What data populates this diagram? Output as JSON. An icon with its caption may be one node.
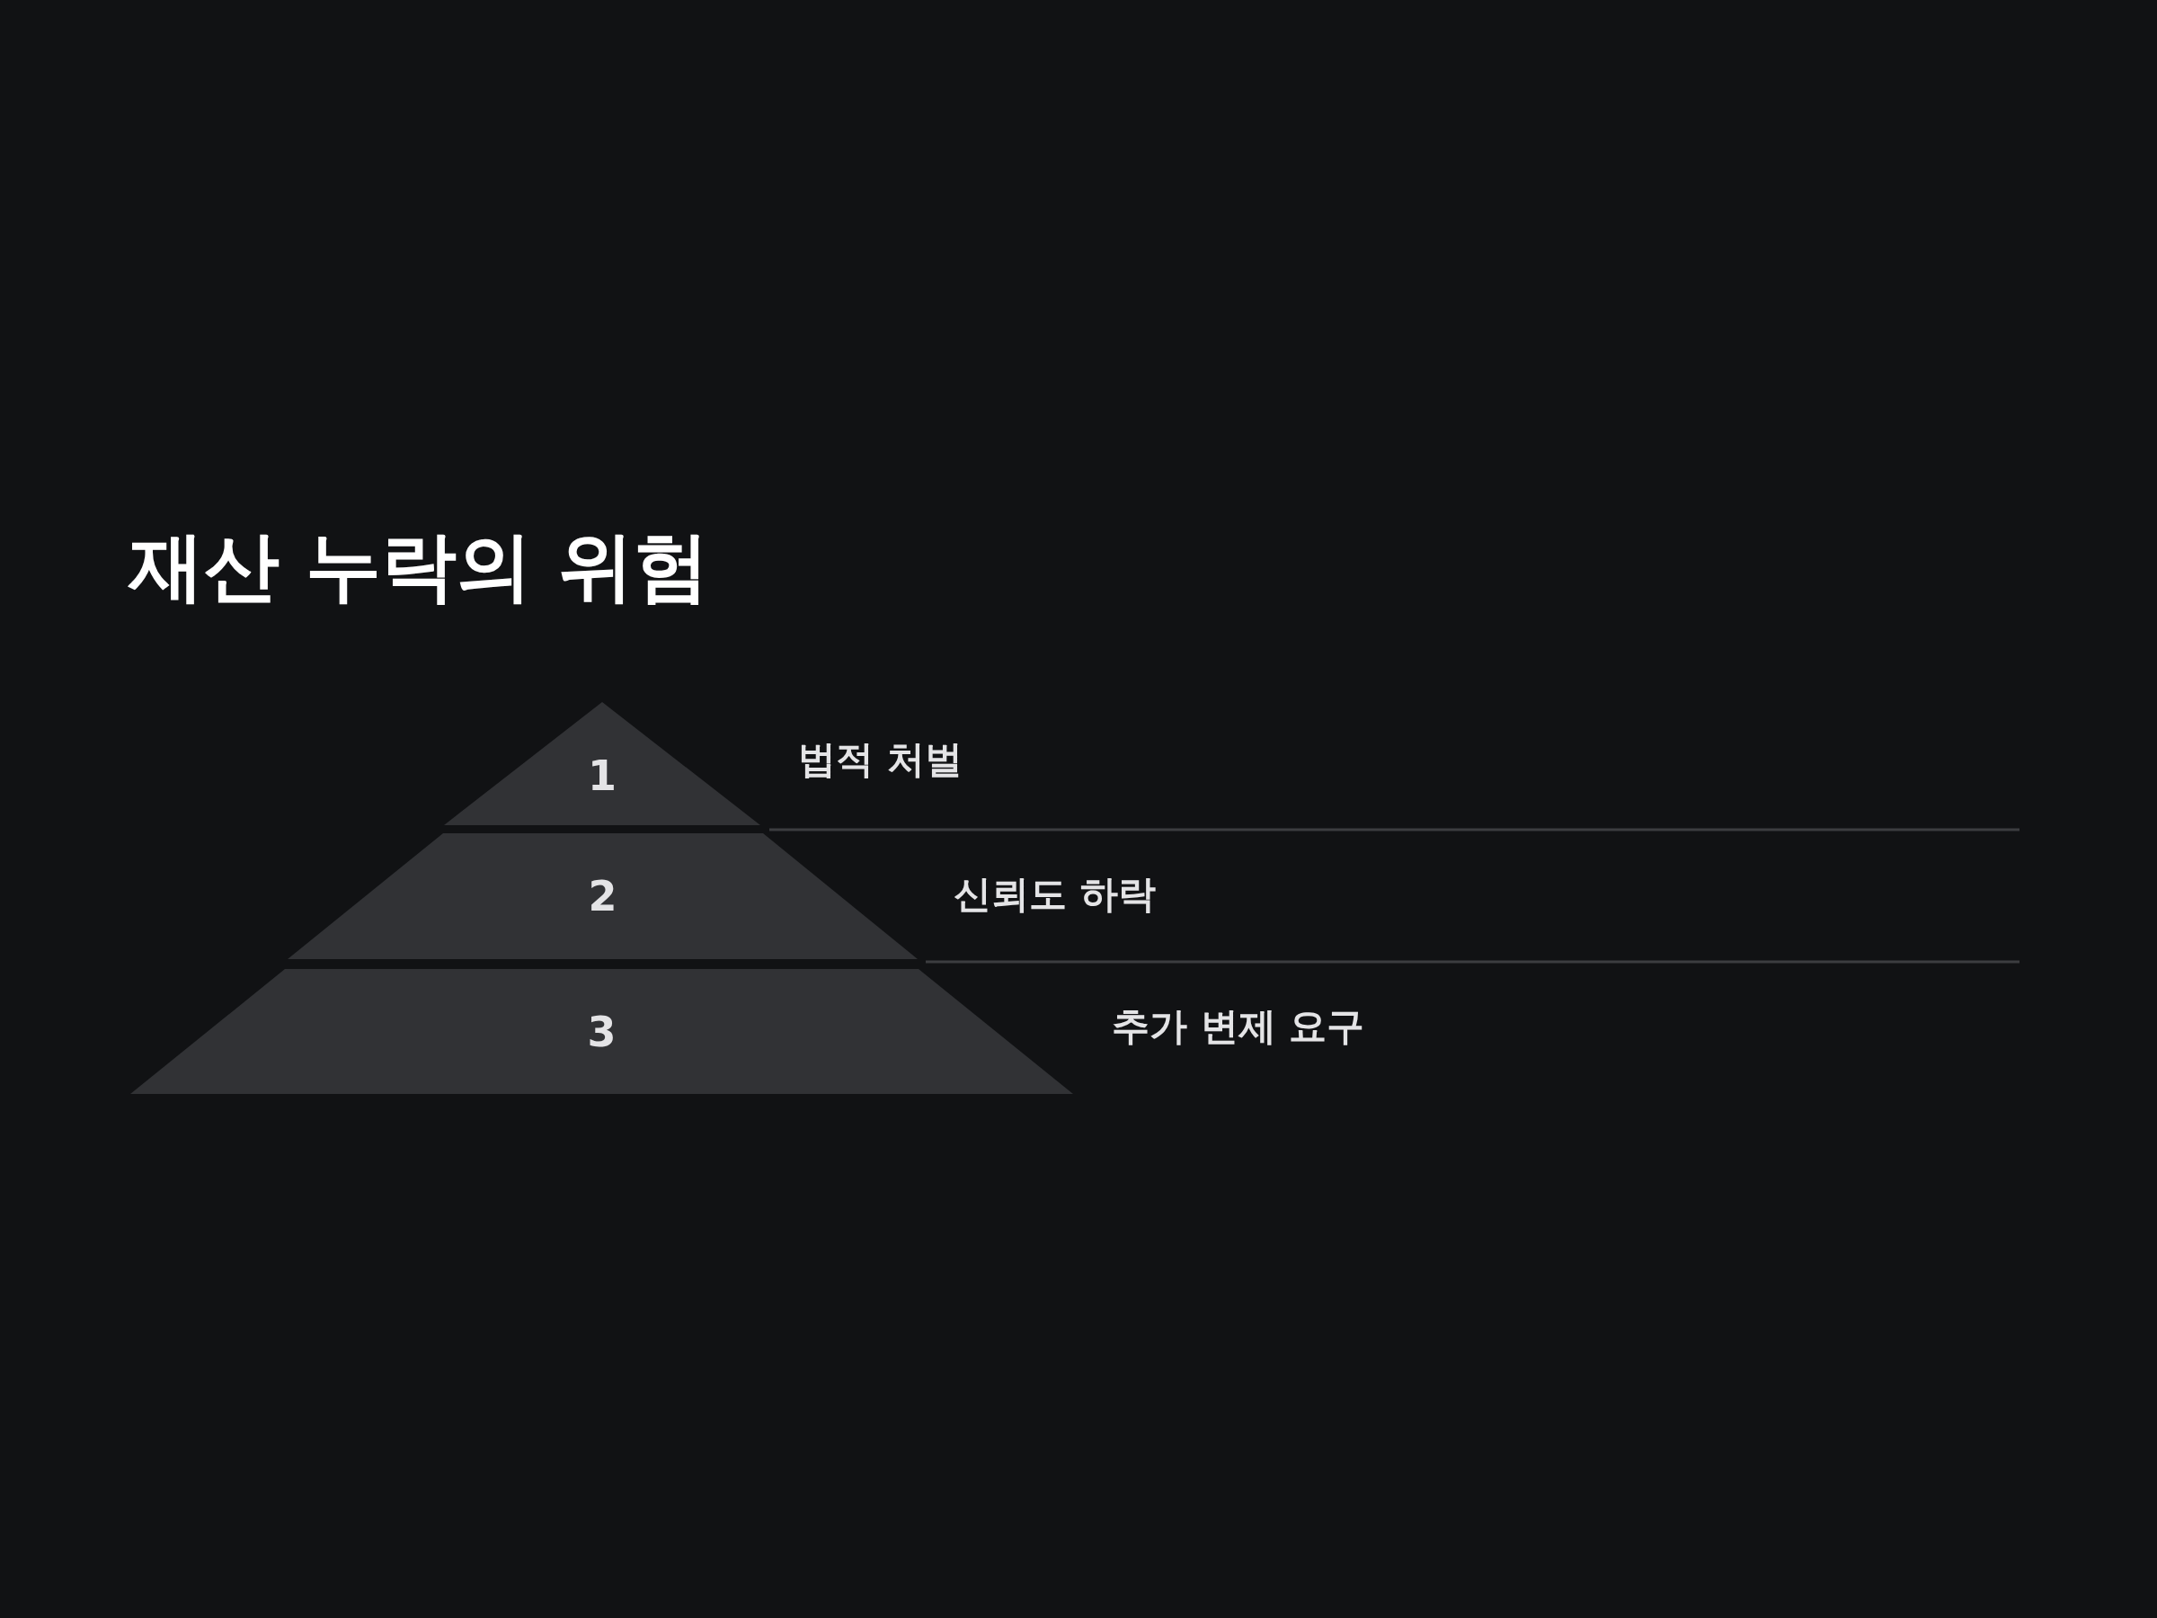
{
  "diagram": {
    "title": "재산 누락의 위험",
    "nodes": [
      {
        "text": [
          "1"
        ],
        "beside": [
          "법적 처벌"
        ]
      },
      {
        "text": [
          "2"
        ],
        "beside": [
          "신뢰도 하락"
        ]
      },
      {
        "text": [
          "3"
        ],
        "beside": [
          "추가 변제 요구"
        ]
      }
    ]
  }
}
